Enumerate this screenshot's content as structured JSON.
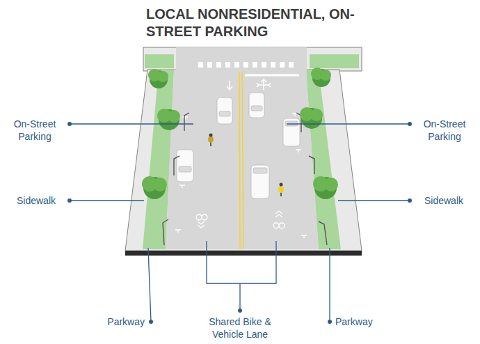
{
  "diagram": {
    "title": "LOCAL NONRESIDENTIAL, ON-STREET PARKING",
    "labels": [
      "On-Street Parking",
      "On-Street Parking",
      "Sidewalk",
      "Sidewalk",
      "Parkway",
      "Shared Bike & Vehicle Lane",
      "Parkway"
    ]
  }
}
